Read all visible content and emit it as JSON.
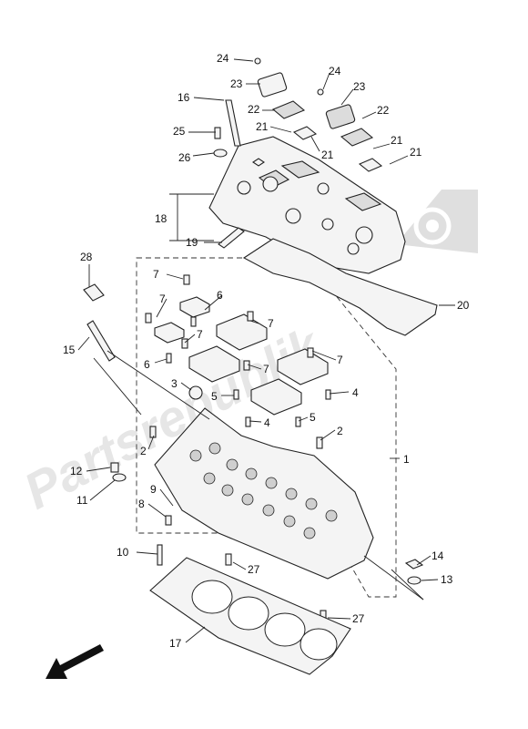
{
  "diagram": {
    "parts": [
      {
        "ref": "1"
      },
      {
        "ref": "2"
      },
      {
        "ref": "2"
      },
      {
        "ref": "3"
      },
      {
        "ref": "4"
      },
      {
        "ref": "4"
      },
      {
        "ref": "5"
      },
      {
        "ref": "5"
      },
      {
        "ref": "6"
      },
      {
        "ref": "6"
      },
      {
        "ref": "7"
      },
      {
        "ref": "7"
      },
      {
        "ref": "7"
      },
      {
        "ref": "7"
      },
      {
        "ref": "7"
      },
      {
        "ref": "7"
      },
      {
        "ref": "8"
      },
      {
        "ref": "9"
      },
      {
        "ref": "10"
      },
      {
        "ref": "11"
      },
      {
        "ref": "12"
      },
      {
        "ref": "13"
      },
      {
        "ref": "14"
      },
      {
        "ref": "15"
      },
      {
        "ref": "16"
      },
      {
        "ref": "17"
      },
      {
        "ref": "18"
      },
      {
        "ref": "19"
      },
      {
        "ref": "20"
      },
      {
        "ref": "21"
      },
      {
        "ref": "21"
      },
      {
        "ref": "21"
      },
      {
        "ref": "21"
      },
      {
        "ref": "22"
      },
      {
        "ref": "22"
      },
      {
        "ref": "23"
      },
      {
        "ref": "23"
      },
      {
        "ref": "24"
      },
      {
        "ref": "24"
      },
      {
        "ref": "25"
      },
      {
        "ref": "26"
      },
      {
        "ref": "27"
      },
      {
        "ref": "27"
      },
      {
        "ref": "28"
      }
    ],
    "watermark": "Partsrepublik",
    "icons": [
      "gear-icon",
      "front-direction-arrow-icon"
    ]
  }
}
